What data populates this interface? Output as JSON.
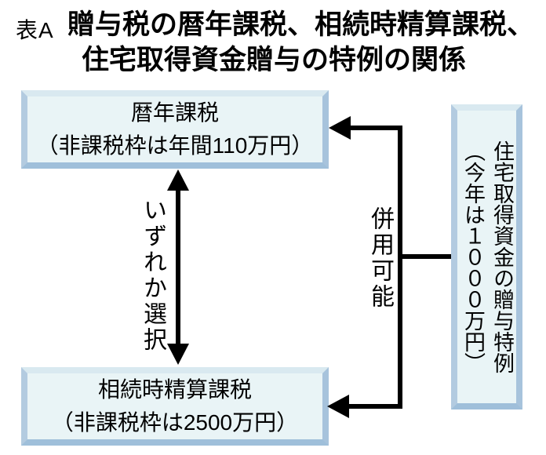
{
  "title": {
    "label": "表A",
    "line1": "贈与税の暦年課税、相続時精算課税、",
    "line2": "住宅取得資金贈与の特例の関係"
  },
  "boxes": {
    "calendar_year": {
      "name": "暦年課税",
      "detail": "（非課税枠は年間110万円）"
    },
    "settlement_at_inheritance": {
      "name": "相続時精算課税",
      "detail": "（非課税枠は2500万円）"
    },
    "housing_funds": {
      "col1": "住宅取得資金の贈与特例",
      "col2": "（今年は１０００万円）"
    }
  },
  "labels": {
    "either_choice": "いずれか選択",
    "combine_allowed": "併用可能"
  },
  "colors": {
    "box_fill": "#e9f4f6",
    "bevel_top": "#d9e9f0",
    "bevel_side": "#a7c3dc",
    "bevel_bottom": "#9fbfda",
    "arrow": "#000000"
  }
}
